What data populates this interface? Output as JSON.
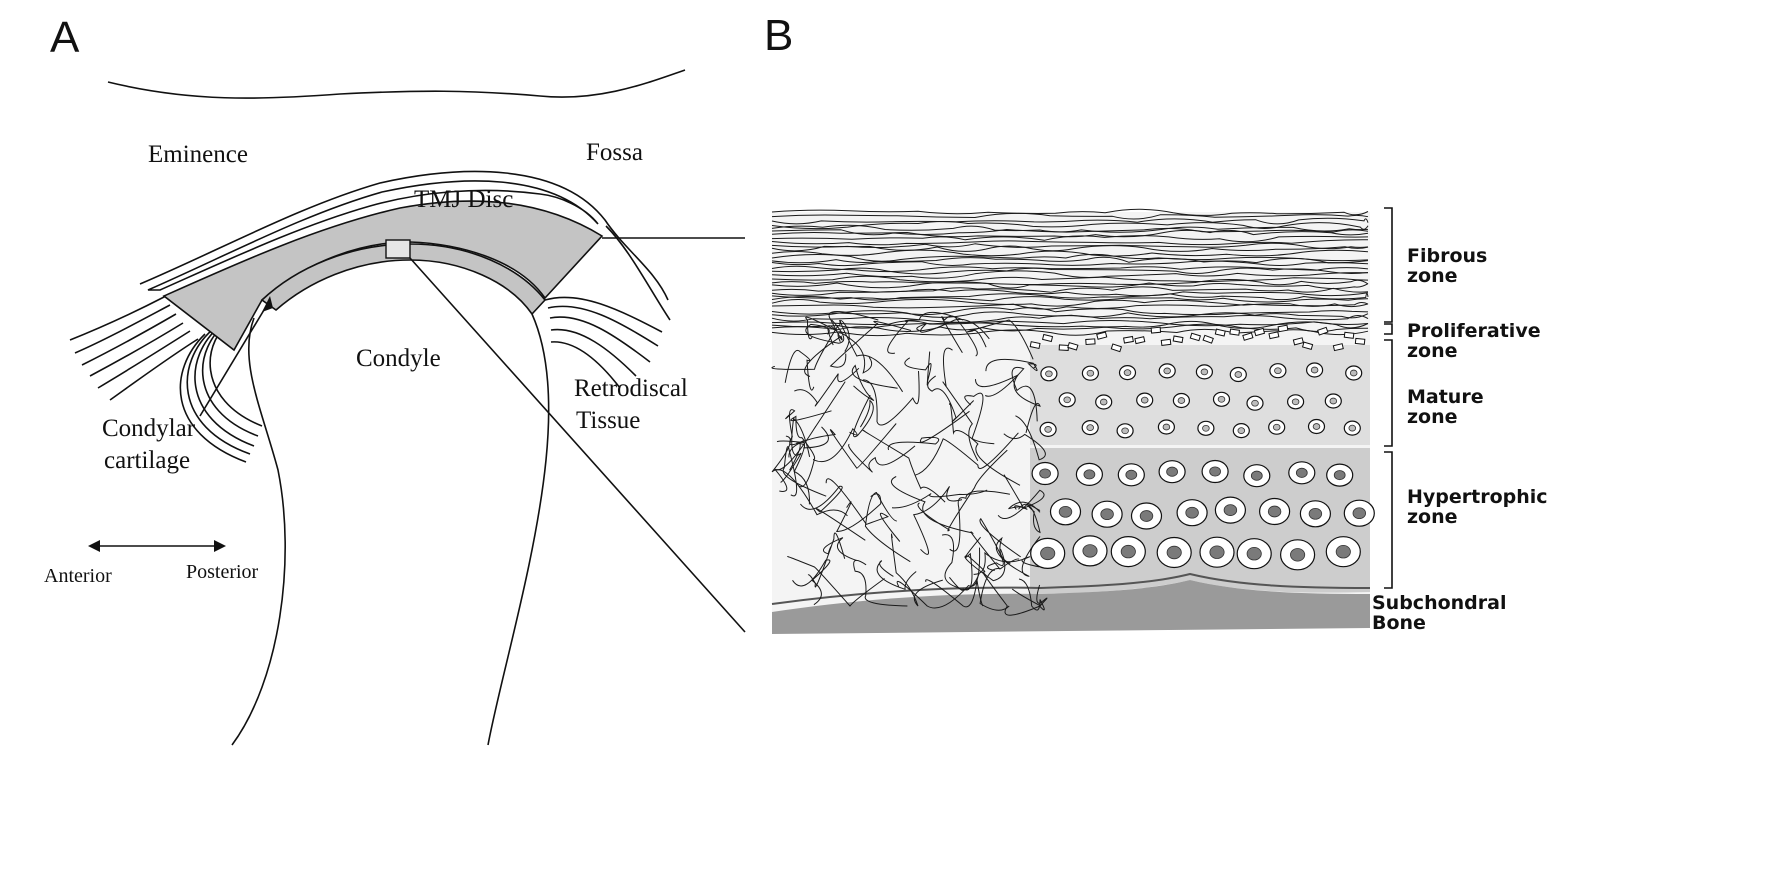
{
  "panels": {
    "a": {
      "letter": "A",
      "labels": {
        "eminence": "Eminence",
        "fossa": "Fossa",
        "disc": "TMJ Disc",
        "condyle": "Condyle",
        "retro_1": "Retrodiscal",
        "retro_2": "Tissue",
        "cartilage_1": "Condylar",
        "cartilage_2": "cartilage",
        "anterior": "Anterior",
        "posterior": "Posterior"
      }
    },
    "b": {
      "letter": "B",
      "zones": [
        {
          "id": "fibrous",
          "line1": "Fibrous",
          "line2": "zone"
        },
        {
          "id": "proliferative",
          "line1": "Proliferative",
          "line2": "zone"
        },
        {
          "id": "mature",
          "line1": "Mature",
          "line2": "zone"
        },
        {
          "id": "hypertrophic",
          "line1": "Hypertrophic",
          "line2": "zone"
        },
        {
          "id": "subchondral",
          "line1": "Subchondral",
          "line2": "Bone"
        }
      ]
    }
  },
  "colors": {
    "disc_fill": "#c4c4c4",
    "line": "#111111",
    "mature_fill": "#dedede",
    "hypertrophic_fill": "#cdcdcd",
    "bone_fill": "#9a9a9a"
  }
}
